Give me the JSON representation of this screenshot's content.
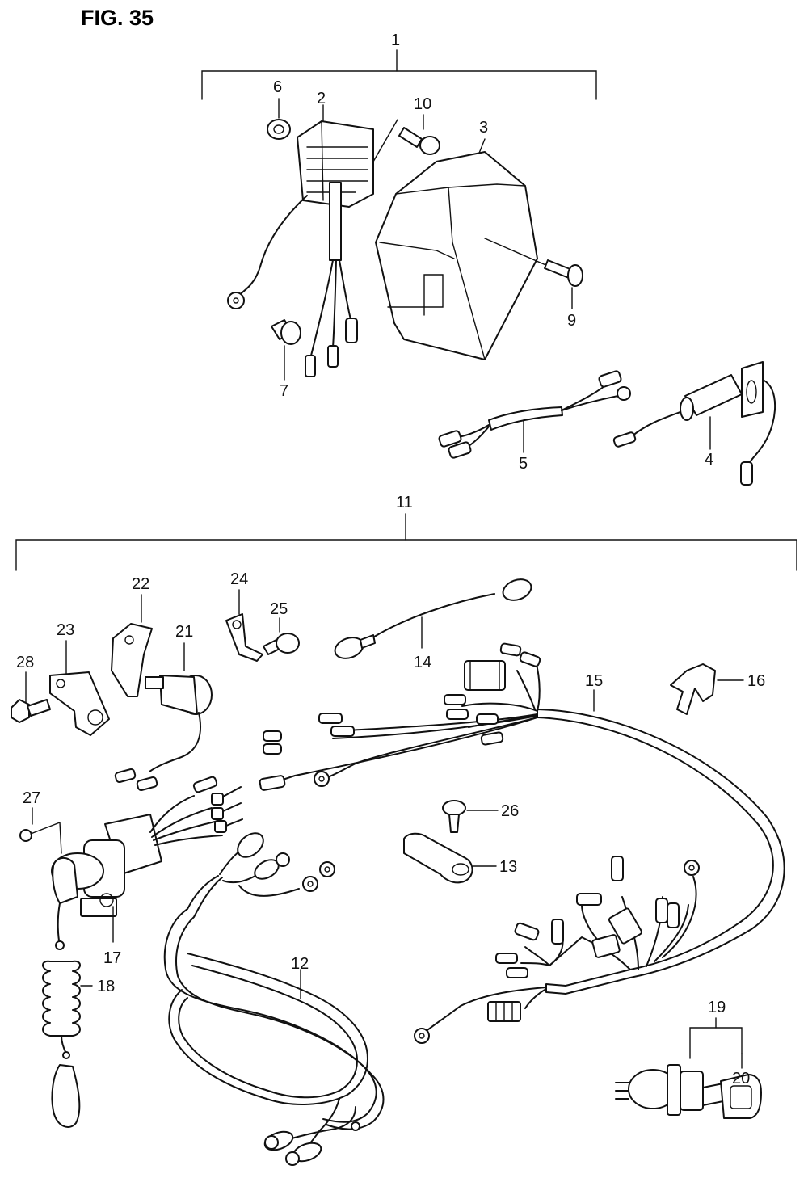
{
  "figure": {
    "title": "FIG. 35"
  },
  "callouts": {
    "c1": "1",
    "c2": "2",
    "c3": "3",
    "c4": "4",
    "c5": "5",
    "c6": "6",
    "c7": "7",
    "c9": "9",
    "c10": "10",
    "c11": "11",
    "c12": "12",
    "c13": "13",
    "c14": "14",
    "c15": "15",
    "c16": "16",
    "c17": "17",
    "c18": "18",
    "c19": "19",
    "c20": "20",
    "c21": "21",
    "c22": "22",
    "c23": "23",
    "c24": "24",
    "c25": "25",
    "c26": "26",
    "c27": "27",
    "c28": "28"
  }
}
